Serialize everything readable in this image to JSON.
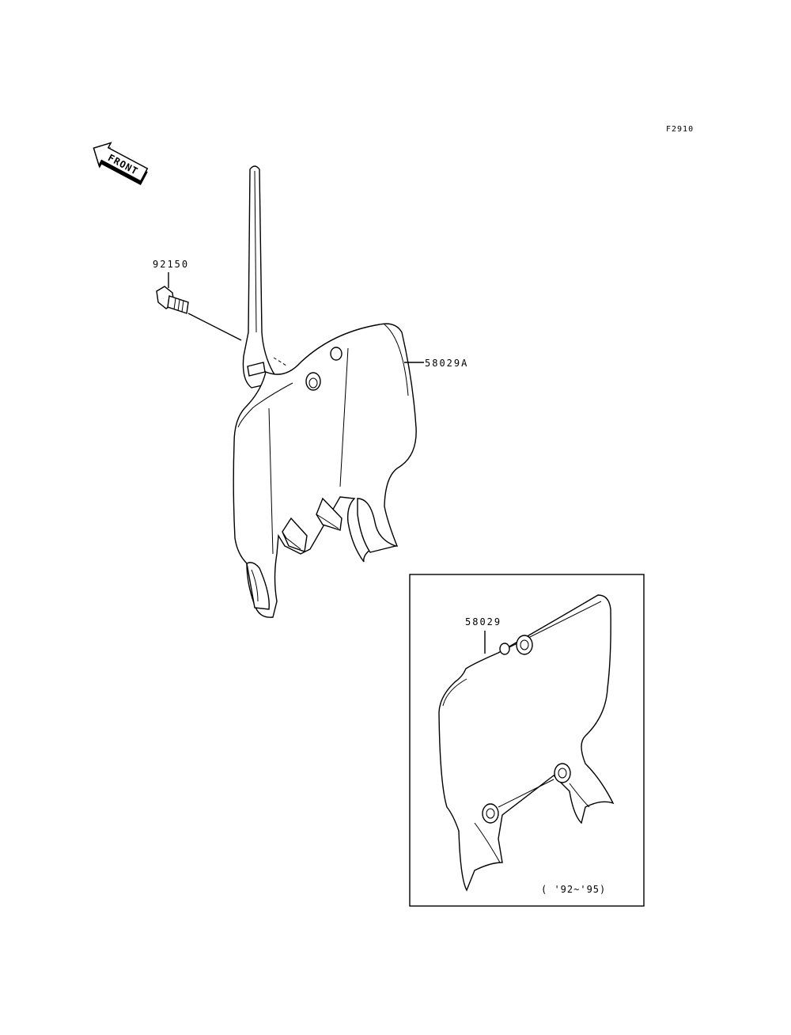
{
  "figure_code": "F2910",
  "front_arrow": {
    "text": "FRONT",
    "icon": "front-arrow-icon"
  },
  "parts": [
    {
      "number": "92150",
      "part": "bolt"
    },
    {
      "number": "58029A",
      "part": "number plate"
    }
  ],
  "inset": {
    "part_number": "58029",
    "years_note": "( '92~'95)"
  }
}
